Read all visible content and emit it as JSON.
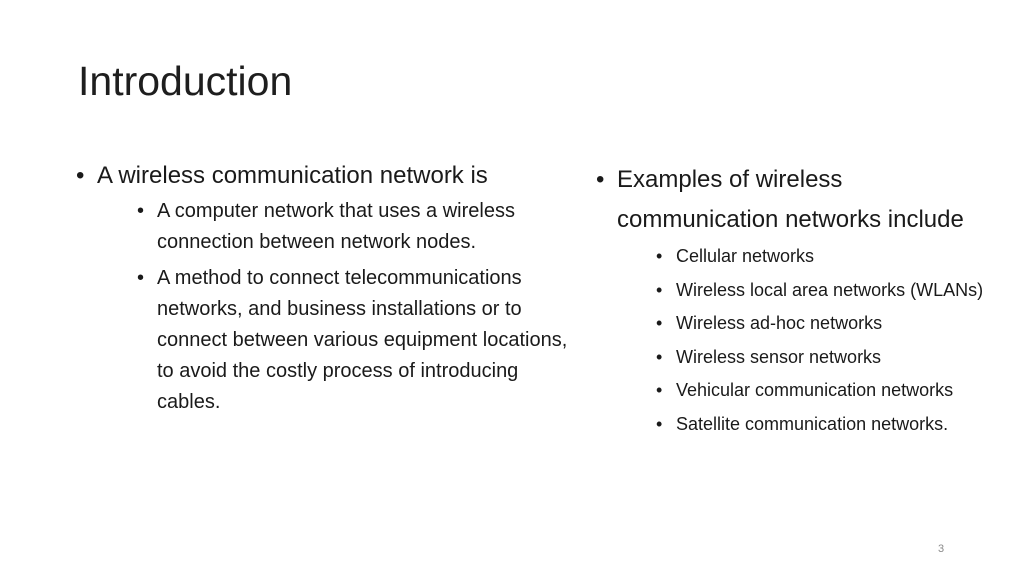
{
  "slide": {
    "title": "Introduction",
    "left": {
      "heading": "A wireless communication network is",
      "items": [
        "A computer network that uses a wireless connection between network nodes.",
        "A method to connect telecommunications networks, and business installations or to connect between various equipment locations, to avoid the costly process of introducing cables."
      ]
    },
    "right": {
      "heading": "Examples of wireless communication networks include",
      "items": [
        "Cellular networks",
        "Wireless local area networks (WLANs)",
        "Wireless ad-hoc networks",
        "Wireless sensor networks",
        "Vehicular communication networks",
        "Satellite communication networks."
      ]
    },
    "bullet": "•",
    "page_number": "3"
  }
}
